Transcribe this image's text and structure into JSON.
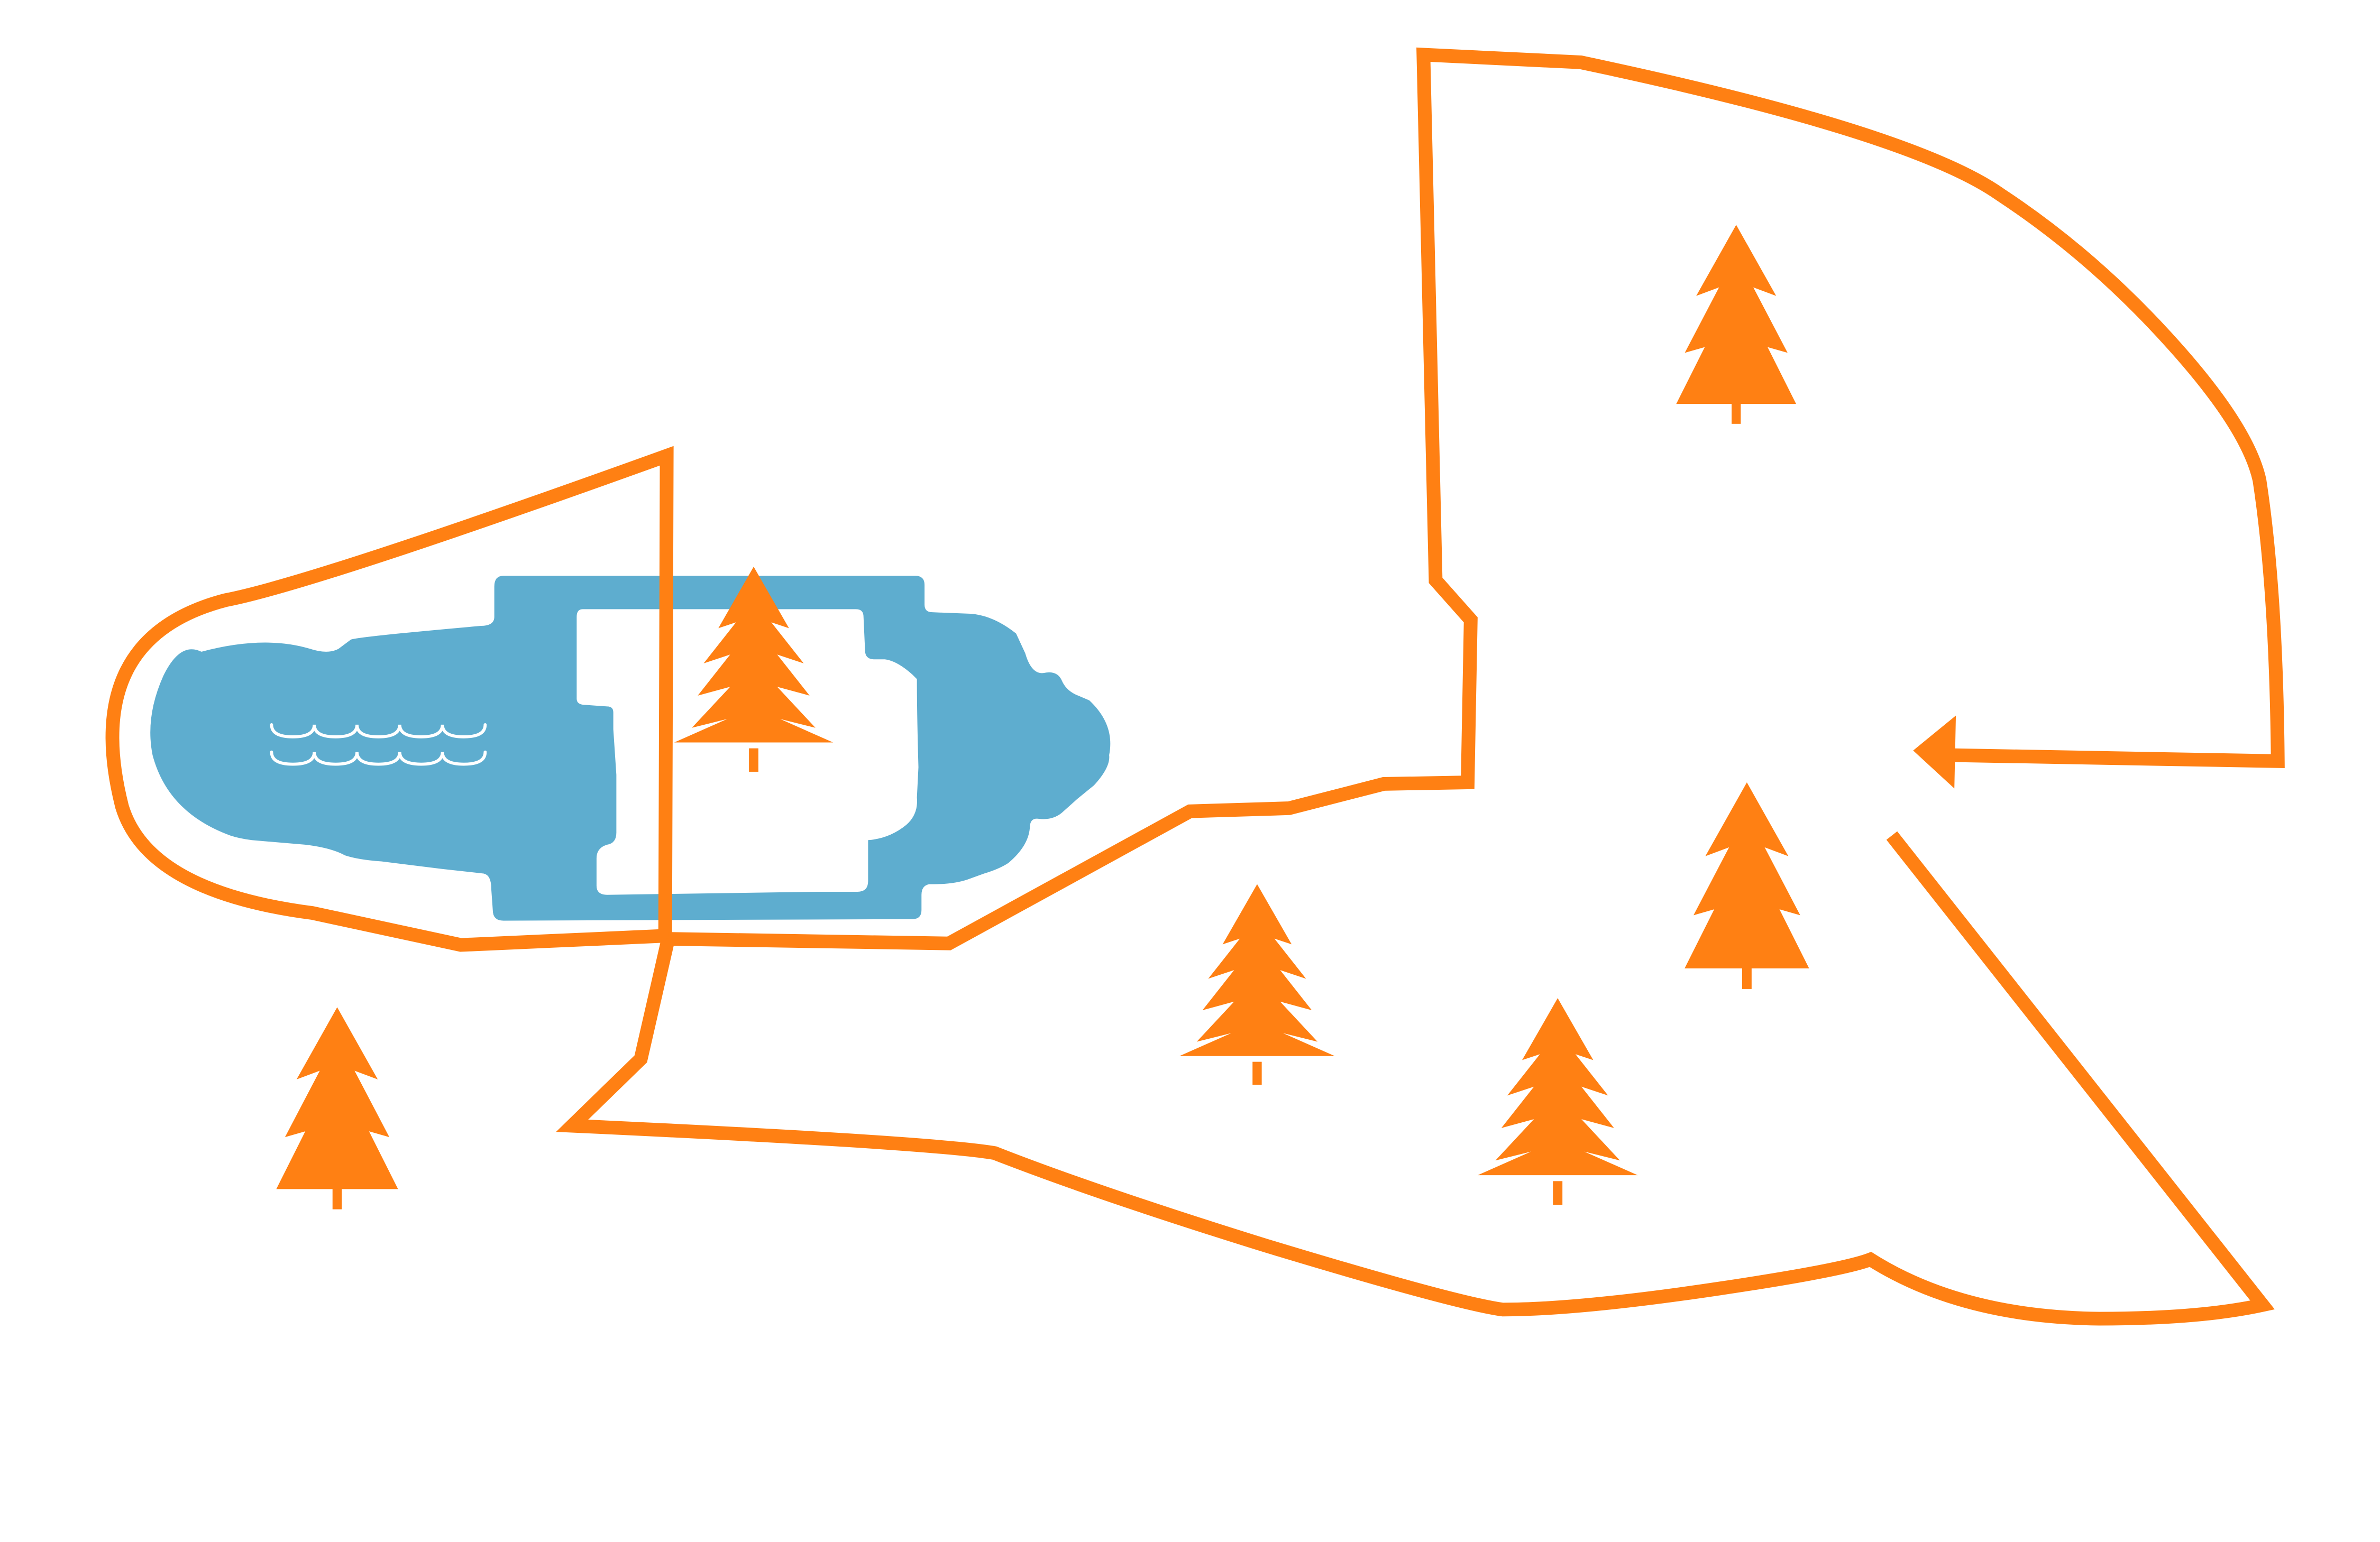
{
  "map": {
    "colors": {
      "background": "#ffffff",
      "trail": "#ff8013",
      "water_body": "#5eadcf",
      "wave": "#ffffff",
      "tree": "#ff8013"
    },
    "features": {
      "trail_loop": {
        "kind": "hiking-trail-outline"
      },
      "direction_arrow": {
        "icon": "arrow-left-icon",
        "direction": "left"
      },
      "lake": {
        "icon": "water-waves-icon"
      },
      "trees": [
        {
          "icon": "tree-icon",
          "style": "simple"
        },
        {
          "icon": "tree-icon",
          "style": "layered"
        },
        {
          "icon": "tree-icon",
          "style": "simple"
        },
        {
          "icon": "tree-icon",
          "style": "layered"
        },
        {
          "icon": "tree-icon",
          "style": "layered"
        },
        {
          "icon": "tree-icon",
          "style": "simple"
        }
      ]
    }
  }
}
